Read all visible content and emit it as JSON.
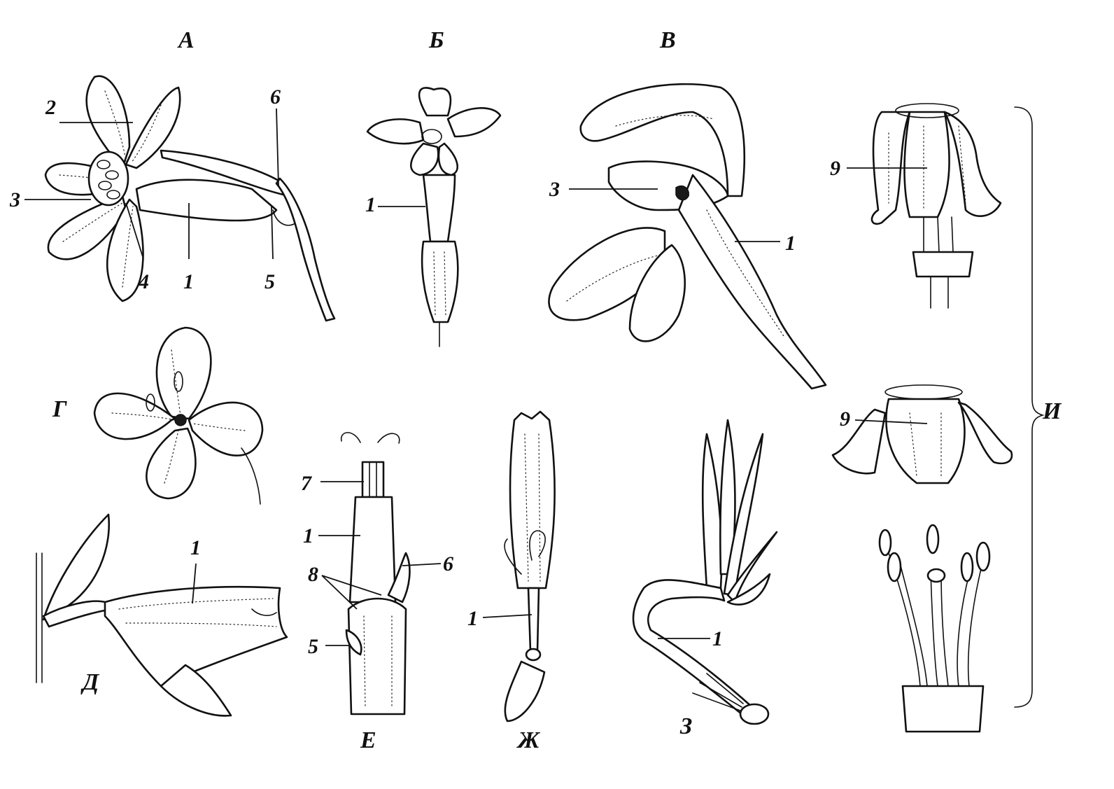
{
  "figure": {
    "panels": {
      "A": "А",
      "B": "Б",
      "V": "В",
      "G": "Г",
      "D": "Д",
      "E": "Е",
      "ZH": "Ж",
      "Z": "З",
      "I": "И"
    },
    "callouts": {
      "one": "1",
      "two": "2",
      "three": "3",
      "four": "4",
      "five": "5",
      "six": "6",
      "seven": "7",
      "eight": "8",
      "nine": "9"
    }
  }
}
